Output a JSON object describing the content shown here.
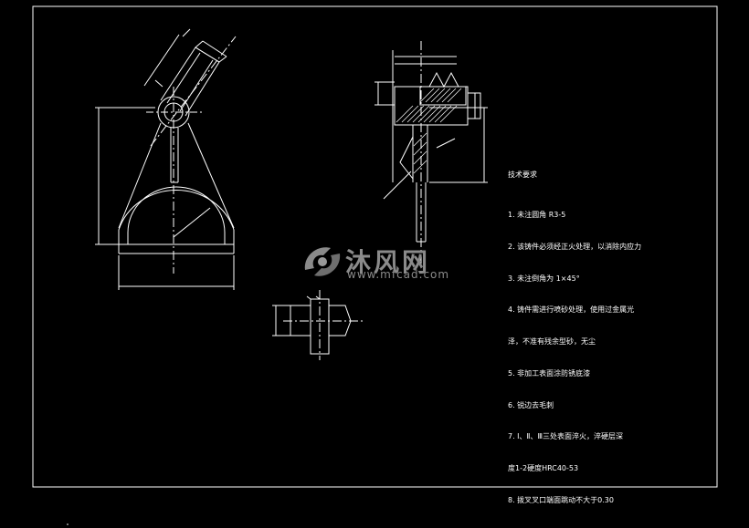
{
  "technical_requirements": {
    "title": "技术要求",
    "items": [
      "1. 未注圆角 R3-5",
      "2. 该铸件必须经正火处理，以消除内应力",
      "3. 未注倒角为 1×45°",
      "4. 铸件需进行喷砂处理，使用过金属光",
      "泽，不准有残余型砂，无尘",
      "5. 非加工表面涂防锈底漆",
      "6. 锐边去毛刺",
      "7. Ⅰ、Ⅱ、Ⅲ三处表面淬火，淬硬层深",
      "度1-2硬度HRC40-53",
      "8. 拨叉叉口端面跳动不大于0.30"
    ]
  },
  "watermark": {
    "brand": "沐风网",
    "url": "www.mfcad.com"
  },
  "colors": {
    "background": "#000000",
    "lines": "#ffffff",
    "watermark": "#8a8a8a"
  }
}
